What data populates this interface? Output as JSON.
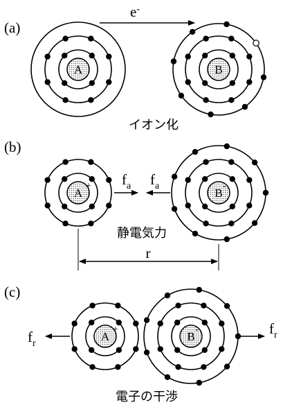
{
  "panels": {
    "a": {
      "label": "(a)",
      "electron_label": "e",
      "electron_charge": "-",
      "nucleus_left": "A",
      "nucleus_right": "B",
      "caption": "イオン化"
    },
    "b": {
      "label": "(b)",
      "nucleus_left": "A",
      "nucleus_right": "B",
      "charge_left": "+",
      "charge_right": "-",
      "force_left": "f",
      "force_left_sub": "a",
      "force_right": "f",
      "force_right_sub": "a",
      "caption": "静電気力",
      "distance_label": "r"
    },
    "c": {
      "label": "(c)",
      "nucleus_left": "A",
      "nucleus_right": "B",
      "charge_left": "+",
      "charge_right": "-",
      "force_left": "f",
      "force_left_sub": "r",
      "force_right": "f",
      "force_right_sub": "r",
      "caption": "電子の干渉"
    }
  }
}
